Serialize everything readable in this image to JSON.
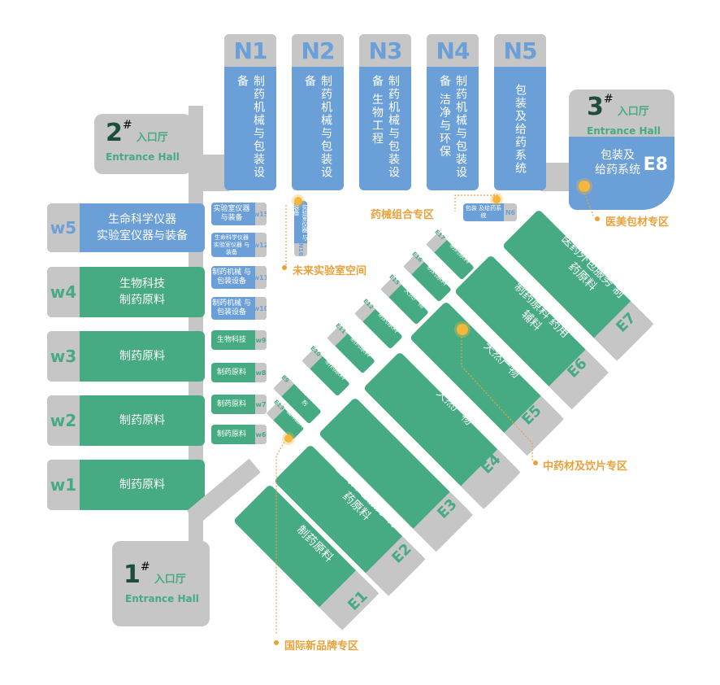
{
  "north_halls": [
    {
      "code": "N1",
      "label": "制药机械与包装设备"
    },
    {
      "code": "N2",
      "label": "制药机械与包装设备"
    },
    {
      "code": "N3",
      "label": "制药机械与包装设备 生物工程"
    },
    {
      "code": "N4",
      "label": "制药机械与包装设备 洁净与环保"
    },
    {
      "code": "N5",
      "label": "包装及给药系统"
    }
  ],
  "west_halls": [
    {
      "code": "w5",
      "line1": "生命科学仪器",
      "line2": "实验室仪器与装备"
    },
    {
      "code": "w4",
      "line1": "生物科技",
      "line2": "制药原料"
    },
    {
      "code": "w3",
      "line1": "制药原料",
      "line2": ""
    },
    {
      "code": "w2",
      "line1": "制药原料",
      "line2": ""
    },
    {
      "code": "w1",
      "line1": "制药原料",
      "line2": ""
    }
  ],
  "west_small": [
    {
      "code": "w15",
      "label": "实验室仪器 与装备"
    },
    {
      "code": "w12",
      "label": "生命科学仪器 实验室仪器 与装备"
    },
    {
      "code": "w11",
      "label": "制药机械 与包装设备"
    },
    {
      "code": "w10",
      "label": "制药机械 与包装设备"
    },
    {
      "code": "w9",
      "label": "生物科技"
    },
    {
      "code": "w8",
      "label": "制药原料"
    },
    {
      "code": "w7",
      "label": "制药原料"
    },
    {
      "code": "w6",
      "label": "制药原料"
    }
  ],
  "east_halls": [
    {
      "code": "E1",
      "label": "制药原料"
    },
    {
      "code": "E2",
      "label": "医药外包服务 制药原料"
    },
    {
      "code": "E3",
      "label": "药用辅料 制剂"
    },
    {
      "code": "E4",
      "label": "天然产物"
    },
    {
      "code": "E5",
      "label": "天然产物"
    },
    {
      "code": "E6",
      "label": "制药原料 药用辅料"
    },
    {
      "code": "E7",
      "label": "医药外包服务 制药原料"
    },
    {
      "code": "E8",
      "label": "包装及 给药系统"
    }
  ],
  "east_small": [
    {
      "code": "E17",
      "label": "制药原料"
    },
    {
      "code": "E16",
      "label": "制药原料"
    },
    {
      "code": "E15",
      "label": "天然产物"
    },
    {
      "code": "E12",
      "label": "制药原料"
    },
    {
      "code": "E11",
      "label": "制药原料"
    },
    {
      "code": "E10",
      "label": "制药原料"
    },
    {
      "code": "E9",
      "label": "药用辅料 制剂"
    },
    {
      "code": "E13",
      "label": "国际品牌"
    }
  ],
  "misc": {
    "n16_label": "实验室仪器 与装备",
    "n16_code": "N16",
    "n6_label": "包装 及给药系统",
    "n6_code": "N6"
  },
  "entrances": [
    {
      "num": "1",
      "sup": "#",
      "cn": "入口厅",
      "en": "Entrance Hall"
    },
    {
      "num": "2",
      "sup": "#",
      "cn": "入口厅",
      "en": "Entrance Hall"
    },
    {
      "num": "3",
      "sup": "#",
      "cn": "入口厅",
      "en": "Entrance Hall"
    }
  ],
  "zones": {
    "future_lab": "未来实验室空间",
    "machine_combo": "药械组合专区",
    "med_beauty": "医美包材专区",
    "tcm": "中药材及饮片专区",
    "intl_brand": "国际新品牌专区"
  },
  "colors": {
    "blue": "#6b9fd8",
    "green": "#46ab82",
    "gray": "#c6c6c6",
    "accent": "#e9a23b",
    "dark": "#1e4d3c"
  }
}
